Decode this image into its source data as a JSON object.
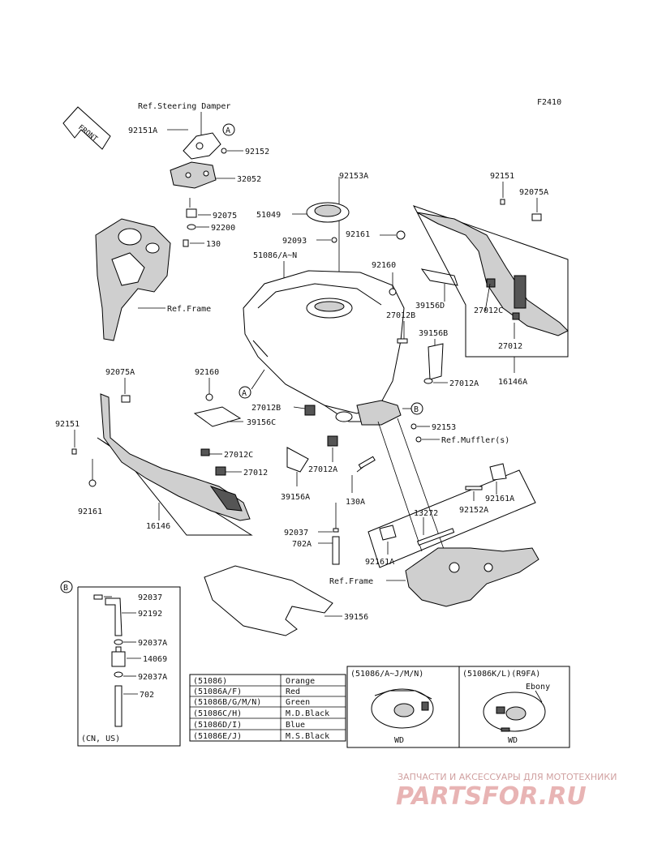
{
  "figure_code": "F2410",
  "front_label": "FRONT",
  "callouts": [
    "A",
    "A",
    "B",
    "B"
  ],
  "labels": {
    "ref_steering_damper": "Ref.Steering Damper",
    "p92151A": "92151A",
    "p92152": "92152",
    "p32052": "32052",
    "p92075": "92075",
    "p92200": "92200",
    "p130": "130",
    "ref_frame_top": "Ref.Frame",
    "p92153A": "92153A",
    "p51049": "51049",
    "p92093": "92093",
    "p92161_top": "92161",
    "p51086_AN": "51086/A~N",
    "p92160_mid": "92160",
    "p27012B_top": "27012B",
    "p39156D": "39156D",
    "p39156B": "39156B",
    "p27012A_right": "27012A",
    "p92151_right": "92151",
    "p92075A_right": "92075A",
    "p27012C_right": "27012C",
    "p27012_right": "27012",
    "p16146A": "16146A",
    "p92075A_left": "92075A",
    "p92160_left": "92160",
    "p92151_left": "92151",
    "p27012B_mid": "27012B",
    "p39156C": "39156C",
    "p27012C_left": "27012C",
    "p27012_left": "27012",
    "p92161_left": "92161",
    "p16146": "16146",
    "p39156A": "39156A",
    "p27012A_mid": "27012A",
    "p130A": "130A",
    "p92153": "92153",
    "ref_muffler": "Ref.Muffler(s)",
    "p92161A_right": "92161A",
    "p92152A": "92152A",
    "p13272": "13272",
    "p92037": "92037",
    "p702A": "702A",
    "p92161A_bottom": "92161A",
    "ref_frame_bottom": "Ref.Frame",
    "p39156": "39156",
    "b_92037": "92037",
    "b_92192": "92192",
    "b_92037A_1": "92037A",
    "b_14069": "14069",
    "b_92037A_2": "92037A",
    "b_702": "702",
    "b_region": "(CN, US)"
  },
  "color_table": [
    {
      "code": "(51086)",
      "color": "Orange"
    },
    {
      "code": "(51086A/F)",
      "color": "Red"
    },
    {
      "code": "(51086B/G/M/N)",
      "color": "Green"
    },
    {
      "code": "(51086C/H)",
      "color": "M.D.Black"
    },
    {
      "code": "(51086D/I)",
      "color": "Blue"
    },
    {
      "code": "(51086E/J)",
      "color": "M.S.Black"
    }
  ],
  "inset_left": {
    "title": "(51086/A~J/M/N)",
    "caption": "WD"
  },
  "inset_right": {
    "title": "(51086K/L)(R9FA)",
    "subtitle": "Ebony",
    "caption": "WD"
  },
  "watermark": {
    "line1": "ЗАПЧАСТИ И АКСЕССУАРЫ ДЛЯ МОТОТЕХНИКИ",
    "line2": "PARTSFOR.RU"
  }
}
